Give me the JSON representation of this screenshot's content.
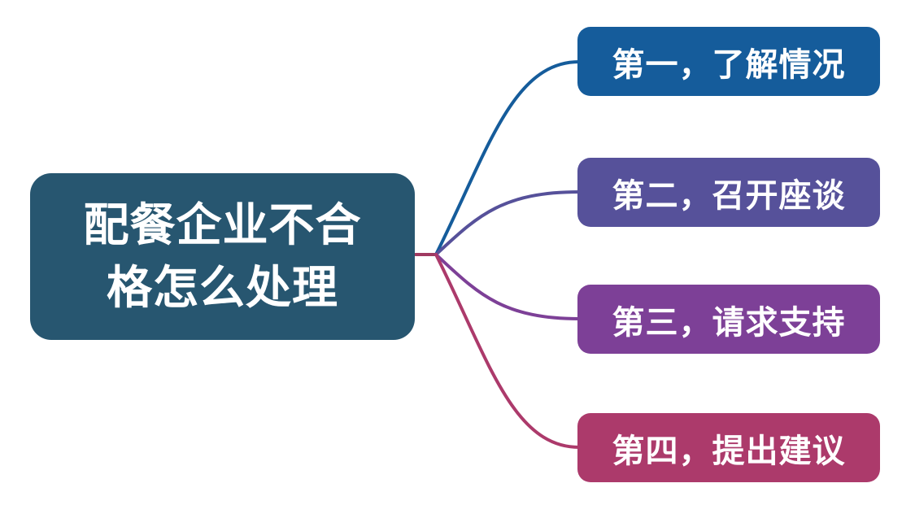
{
  "canvas": {
    "background": "#ffffff"
  },
  "mindmap": {
    "root": {
      "label": "配餐企业不合\n格怎么处理",
      "color": "#275670",
      "text_color": "#ffffff"
    },
    "branches": [
      {
        "label": "第一，了解情况",
        "color": "#155C9B",
        "text_color": "#ffffff"
      },
      {
        "label": "第二，召开座谈",
        "color": "#56519A",
        "text_color": "#ffffff"
      },
      {
        "label": "第三，请求支持",
        "color": "#7D4097",
        "text_color": "#ffffff"
      },
      {
        "label": "第四，提出建议",
        "color": "#AC3A6B",
        "text_color": "#ffffff"
      }
    ],
    "stub_color": "#A03A61"
  }
}
